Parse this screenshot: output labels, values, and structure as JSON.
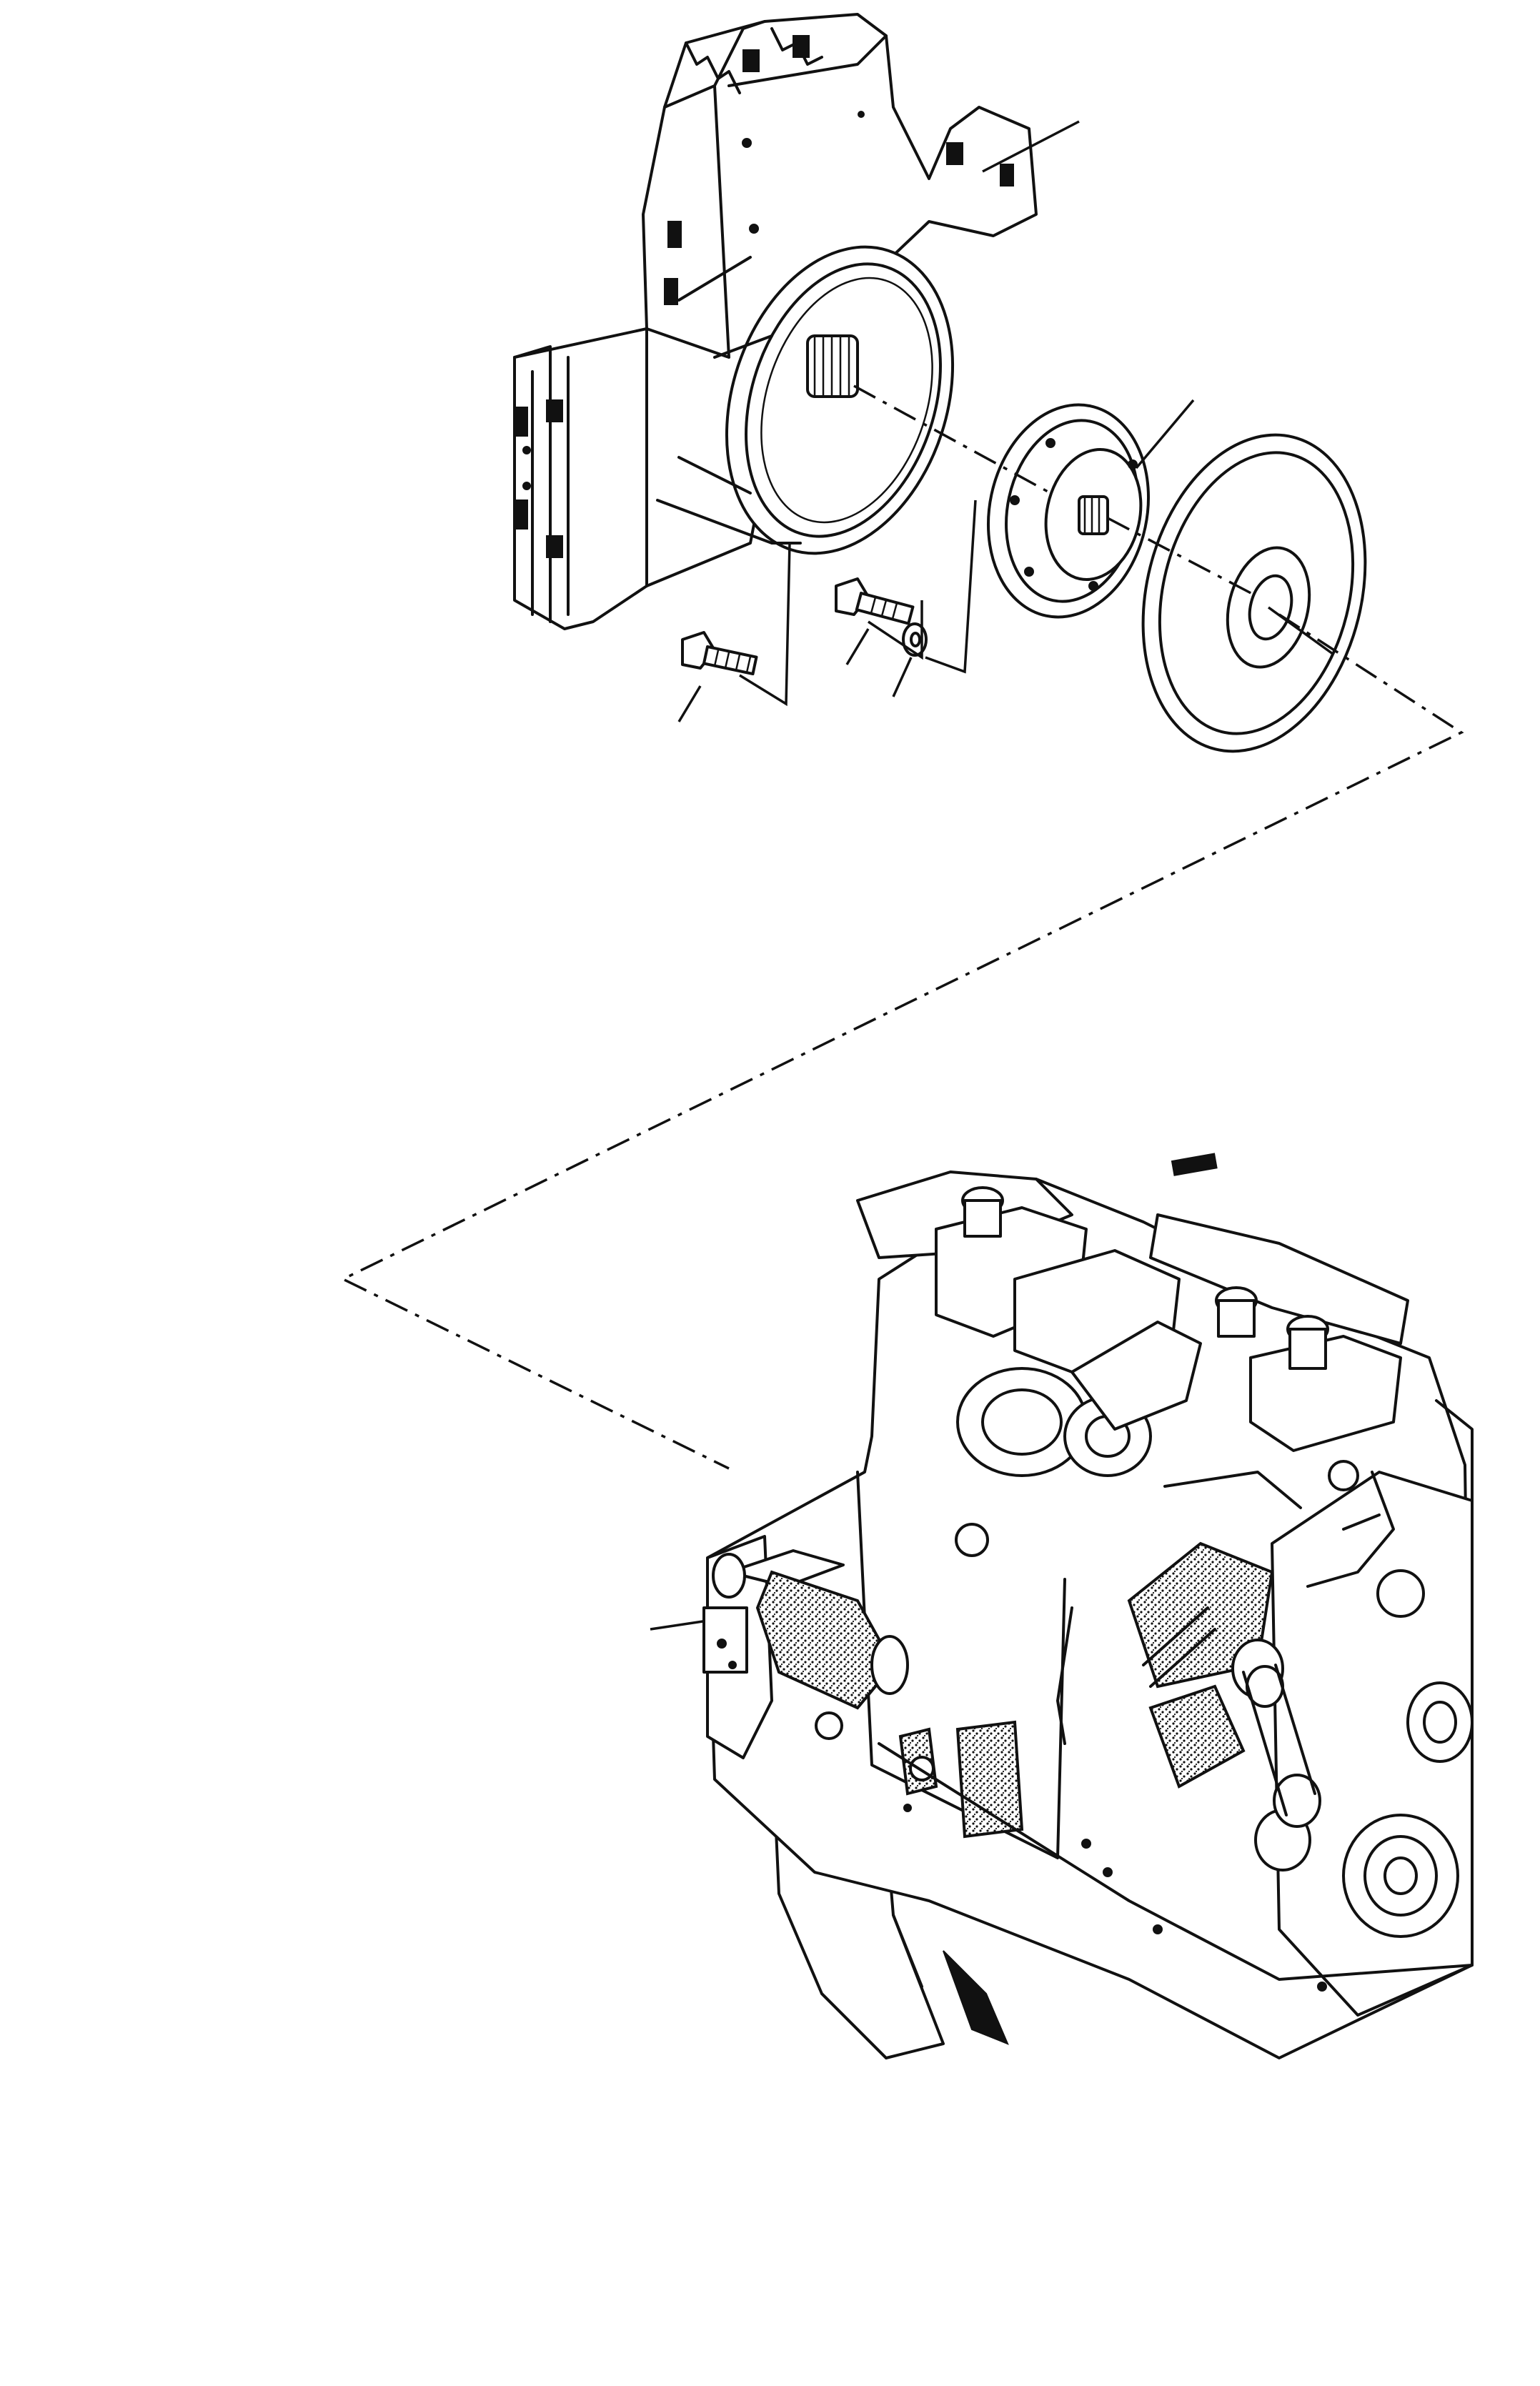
{
  "figure": {
    "description_visible_text": [],
    "parts": [
      {
        "name": "flywheel-housing"
      },
      {
        "name": "crankshaft-adapter"
      },
      {
        "name": "flywheel-ring-gear"
      },
      {
        "name": "housing-capscrew"
      },
      {
        "name": "adapter-capscrew"
      },
      {
        "name": "washer"
      },
      {
        "name": "engine-assembly"
      }
    ],
    "colors": {
      "ink": "#111111",
      "paper": "#ffffff"
    }
  }
}
